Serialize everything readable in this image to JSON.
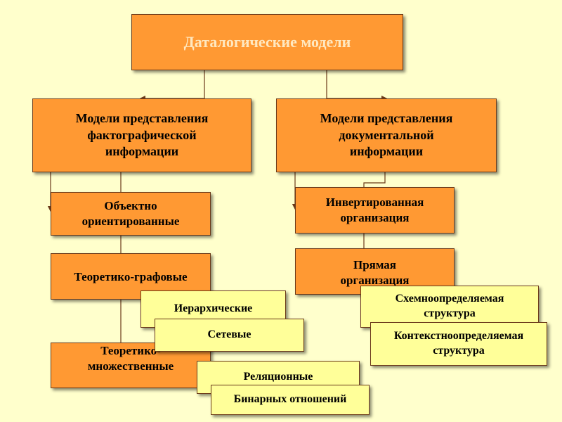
{
  "title": "Даталогические модели",
  "left_branch": {
    "label": "Модели представления\nфактографической\nинформации",
    "children": {
      "object": "Объектно\nориентированные",
      "graph": "Теоретико-графовые",
      "set": "Теоретико-\nмножественные"
    },
    "graph_subtypes": {
      "hier": "Иерархические",
      "net": "Сетевые"
    },
    "set_subtypes": {
      "rel": "Реляционные",
      "bin": "Бинарных отношений"
    }
  },
  "right_branch": {
    "label": "Модели представления\nдокументальной\nинформации",
    "children": {
      "inverted": "Инвертированная\nорганизация",
      "direct": "Прямая\nорганизация"
    },
    "direct_subtypes": {
      "schema": "Схемноопределяемая\nструктура",
      "context": "Контекстноопределяемая\nструктура"
    }
  },
  "colors": {
    "background": "#ffffcc",
    "box_orange": "#ff9933",
    "box_yellow": "#ffff99",
    "title_text": "#ffe8c0",
    "connector": "#6b3a1a"
  }
}
